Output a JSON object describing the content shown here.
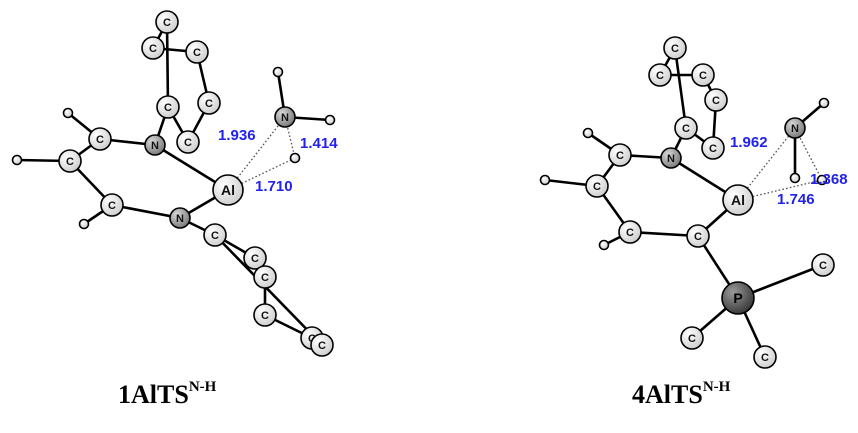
{
  "molecules": [
    {
      "id": "m1",
      "caption": {
        "main": "1AlTS",
        "sup": "N-H"
      },
      "atoms": [
        {
          "el": "C",
          "label": "C"
        },
        {
          "el": "C",
          "label": "C"
        },
        {
          "el": "C",
          "label": "C"
        },
        {
          "el": "C",
          "label": "C"
        },
        {
          "el": "C",
          "label": "C"
        },
        {
          "el": "C",
          "label": "C"
        },
        {
          "el": "N",
          "label": "N"
        },
        {
          "el": "C",
          "label": "C"
        },
        {
          "el": "C",
          "label": "C"
        },
        {
          "el": "C",
          "label": "C"
        },
        {
          "el": "N",
          "label": "N"
        },
        {
          "el": "Al",
          "label": "Al"
        },
        {
          "el": "N",
          "label": "N"
        },
        {
          "el": "H",
          "label": ""
        },
        {
          "el": "H",
          "label": ""
        },
        {
          "el": "H",
          "label": ""
        },
        {
          "el": "H",
          "label": ""
        },
        {
          "el": "H",
          "label": ""
        },
        {
          "el": "H",
          "label": ""
        },
        {
          "el": "C",
          "label": "C"
        },
        {
          "el": "C",
          "label": "C"
        },
        {
          "el": "C",
          "label": "C"
        },
        {
          "el": "C",
          "label": "C"
        },
        {
          "el": "C",
          "label": "C"
        },
        {
          "el": "C",
          "label": "C"
        }
      ],
      "bonds": [
        [
          0,
          1
        ],
        [
          1,
          2
        ],
        [
          2,
          3
        ],
        [
          3,
          4
        ],
        [
          4,
          5
        ],
        [
          5,
          0
        ],
        [
          5,
          6
        ],
        [
          6,
          7
        ],
        [
          7,
          8
        ],
        [
          8,
          9
        ],
        [
          9,
          10
        ],
        [
          6,
          11
        ],
        [
          10,
          11
        ],
        [
          19,
          10
        ],
        [
          19,
          20
        ],
        [
          20,
          21
        ],
        [
          21,
          22
        ],
        [
          22,
          23
        ],
        [
          23,
          24
        ],
        [
          24,
          19
        ],
        [
          12,
          16
        ],
        [
          7,
          13
        ],
        [
          8,
          14
        ],
        [
          9,
          15
        ],
        [
          12,
          17
        ]
      ],
      "dashed": [
        [
          11,
          12
        ],
        [
          11,
          18
        ],
        [
          12,
          18
        ]
      ],
      "distances": [
        {
          "value": "1.936"
        },
        {
          "value": "1.414"
        },
        {
          "value": "1.710"
        }
      ]
    },
    {
      "id": "m2",
      "caption": {
        "main": "4AlTS",
        "sup": "N-H"
      },
      "atoms": [
        {
          "el": "C",
          "label": "C"
        },
        {
          "el": "C",
          "label": "C"
        },
        {
          "el": "C",
          "label": "C"
        },
        {
          "el": "C",
          "label": "C"
        },
        {
          "el": "C",
          "label": "C"
        },
        {
          "el": "C",
          "label": "C"
        },
        {
          "el": "N",
          "label": "N"
        },
        {
          "el": "C",
          "label": "C"
        },
        {
          "el": "C",
          "label": "C"
        },
        {
          "el": "C",
          "label": "C"
        },
        {
          "el": "C",
          "label": "C"
        },
        {
          "el": "Al",
          "label": "Al"
        },
        {
          "el": "N",
          "label": "N"
        },
        {
          "el": "H",
          "label": ""
        },
        {
          "el": "H",
          "label": ""
        },
        {
          "el": "H",
          "label": ""
        },
        {
          "el": "H",
          "label": ""
        },
        {
          "el": "H",
          "label": ""
        },
        {
          "el": "H",
          "label": ""
        },
        {
          "el": "P",
          "label": "P"
        },
        {
          "el": "C",
          "label": "C"
        },
        {
          "el": "C",
          "label": "C"
        },
        {
          "el": "C",
          "label": "C"
        }
      ],
      "bonds": [
        [
          0,
          1
        ],
        [
          1,
          2
        ],
        [
          2,
          3
        ],
        [
          3,
          4
        ],
        [
          4,
          5
        ],
        [
          5,
          0
        ],
        [
          5,
          6
        ],
        [
          6,
          7
        ],
        [
          7,
          8
        ],
        [
          8,
          9
        ],
        [
          9,
          10
        ],
        [
          6,
          11
        ],
        [
          10,
          11
        ],
        [
          10,
          19
        ],
        [
          19,
          20
        ],
        [
          19,
          21
        ],
        [
          19,
          22
        ],
        [
          12,
          16
        ],
        [
          12,
          17
        ],
        [
          7,
          13
        ],
        [
          8,
          14
        ],
        [
          9,
          15
        ]
      ],
      "dashed": [
        [
          11,
          12
        ],
        [
          11,
          18
        ],
        [
          12,
          18
        ]
      ],
      "distances": [
        {
          "value": "1.962"
        },
        {
          "value": "1.368"
        },
        {
          "value": "1.746"
        }
      ]
    }
  ],
  "colors": {
    "distance_label": "#2222ee",
    "bond": "#000000",
    "light_atom": "#f2f2f2",
    "n_atom": "#9a9a9a",
    "p_atom": "#6b6b6b"
  }
}
